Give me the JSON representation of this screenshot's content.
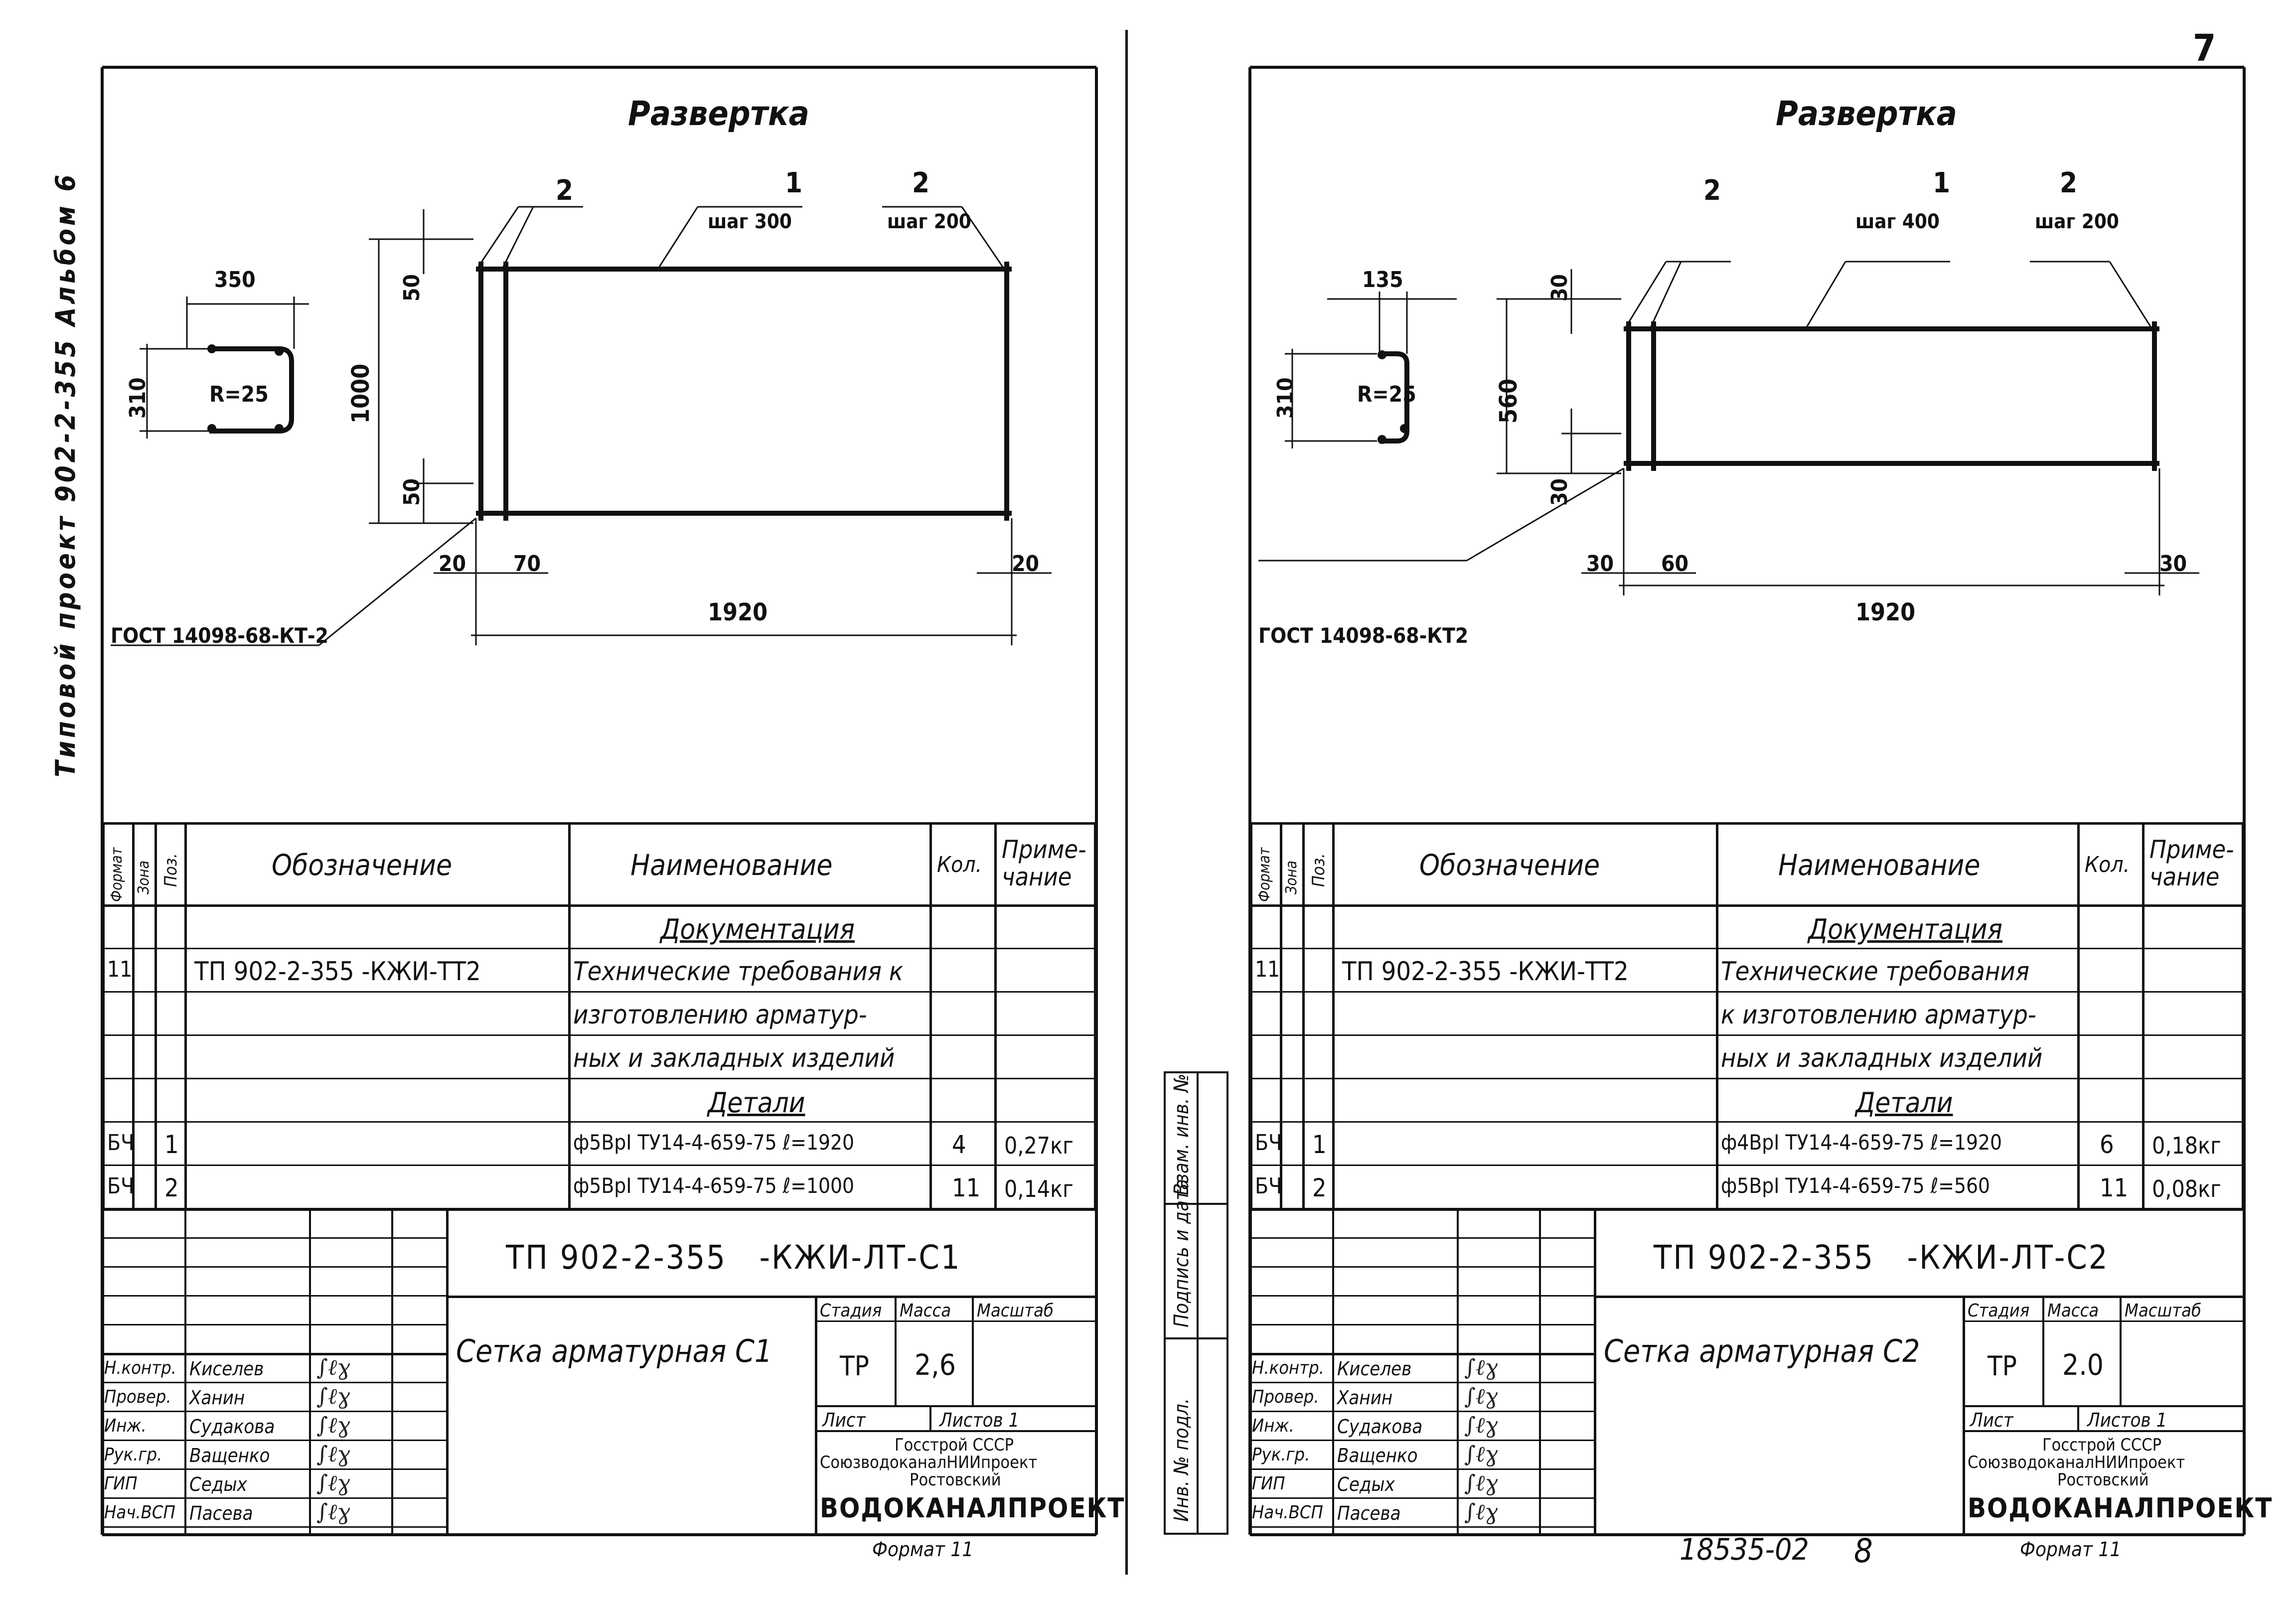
{
  "page_number": "7",
  "archive_number": "18535-02",
  "archive_page": "8",
  "left_margin_vertical": "Типовой проект 902-2-355 Альбом 6",
  "right_side_stamp_labels": [
    "Инв. № подл.",
    "Подпись и дата",
    "Взам. инв. №"
  ],
  "sheets": [
    {
      "drawing_title": "Развертка",
      "profile": {
        "width": "350",
        "height": "310",
        "radius": "R=25"
      },
      "dims": {
        "height_total": "1000",
        "top_offset": "50",
        "bottom_offset": "50",
        "length_total": "1920",
        "left_a": "20",
        "left_b": "70",
        "right_a": "20"
      },
      "callouts": {
        "pos1": "1",
        "pos1_step": "шаг 300",
        "pos2a": "2",
        "pos2b": "2",
        "pos2_step": "шаг 200",
        "gost": "ГОСТ 14098-68-КТ-2"
      },
      "spec_headers": {
        "format": "Формат",
        "zone": "Зона",
        "pos": "Поз.",
        "designation": "Обозначение",
        "name": "Наименование",
        "qty": "Кол.",
        "note": "Приме-\nчание"
      },
      "spec_rows": [
        {
          "format": "",
          "pos": "",
          "designation": "",
          "name": "Документация",
          "qty": "",
          "note": "",
          "kind": "section"
        },
        {
          "format": "11",
          "pos": "",
          "designation": "ТП 902-2-355 -КЖИ-ТТ2",
          "name": "Технические требования к",
          "qty": "",
          "note": "",
          "kind": "item"
        },
        {
          "format": "",
          "pos": "",
          "designation": "",
          "name": "изготовлению арматур-",
          "qty": "",
          "note": "",
          "kind": "item"
        },
        {
          "format": "",
          "pos": "",
          "designation": "",
          "name": "ных и закладных изделий",
          "qty": "",
          "note": "",
          "kind": "item"
        },
        {
          "format": "",
          "pos": "",
          "designation": "",
          "name": "Детали",
          "qty": "",
          "note": "",
          "kind": "section"
        },
        {
          "format": "БЧ",
          "pos": "1",
          "designation": "",
          "name": "ф5ВрI ТУ14-4-659-75 ℓ=1920",
          "qty": "4",
          "note": "0,27кг",
          "kind": "item"
        },
        {
          "format": "БЧ",
          "pos": "2",
          "designation": "",
          "name": "ф5ВрI ТУ14-4-659-75 ℓ=1000",
          "qty": "11",
          "note": "0,14кг",
          "kind": "item"
        }
      ],
      "stamp": {
        "code": "ТП 902-2-355   -КЖИ-ЛТ-С1",
        "name": "Сетка арматурная С1",
        "stage_label": "Стадия",
        "mass_label": "Масса",
        "scale_label": "Масштаб",
        "stage": "ТР",
        "mass": "2,6",
        "scale": "",
        "sheet_label": "Лист",
        "sheets_label": "Листов 1",
        "org_line1": "Госстрой СССР",
        "org_line2": "СоюзводоканалНИИпроект",
        "org_line3": "Ростовский",
        "org_line4": "ВОДОКАНАЛПРОЕКТ",
        "people": [
          {
            "role": "Н.контр.",
            "name": "Киселев"
          },
          {
            "role": "Провер.",
            "name": "Ханин"
          },
          {
            "role": "Инж.",
            "name": "Судакова"
          },
          {
            "role": "Рук.гр.",
            "name": "Ващенко"
          },
          {
            "role": "ГИП",
            "name": "Седых"
          },
          {
            "role": "Нач.ВСП",
            "name": "Пасева"
          }
        ]
      },
      "format_label": "Формат 11"
    },
    {
      "drawing_title": "Развертка",
      "profile": {
        "width": "135",
        "height": "310",
        "radius": "R=25"
      },
      "dims": {
        "height_total": "560",
        "top_offset": "30",
        "bottom_offset": "30",
        "length_total": "1920",
        "left_a": "30",
        "left_b": "60",
        "right_a": "30"
      },
      "callouts": {
        "pos1": "1",
        "pos1_step": "шаг 400",
        "pos2a": "2",
        "pos2b": "2",
        "pos2_step": "шаг 200",
        "gost": "ГОСТ 14098-68-КТ2"
      },
      "spec_headers": {
        "format": "Формат",
        "zone": "Зона",
        "pos": "Поз.",
        "designation": "Обозначение",
        "name": "Наименование",
        "qty": "Кол.",
        "note": "Приме-\nчание"
      },
      "spec_rows": [
        {
          "format": "",
          "pos": "",
          "designation": "",
          "name": "Документация",
          "qty": "",
          "note": "",
          "kind": "section"
        },
        {
          "format": "11",
          "pos": "",
          "designation": "ТП 902-2-355 -КЖИ-ТТ2",
          "name": "Технические требования",
          "qty": "",
          "note": "",
          "kind": "item"
        },
        {
          "format": "",
          "pos": "",
          "designation": "",
          "name": "к изготовлению арматур-",
          "qty": "",
          "note": "",
          "kind": "item"
        },
        {
          "format": "",
          "pos": "",
          "designation": "",
          "name": "ных и закладных изделий",
          "qty": "",
          "note": "",
          "kind": "item"
        },
        {
          "format": "",
          "pos": "",
          "designation": "",
          "name": "Детали",
          "qty": "",
          "note": "",
          "kind": "section"
        },
        {
          "format": "БЧ",
          "pos": "1",
          "designation": "",
          "name": "ф4ВрI ТУ14-4-659-75 ℓ=1920",
          "qty": "6",
          "note": "0,18кг",
          "kind": "item"
        },
        {
          "format": "БЧ",
          "pos": "2",
          "designation": "",
          "name": "ф5ВрI ТУ14-4-659-75 ℓ=560",
          "qty": "11",
          "note": "0,08кг",
          "kind": "item"
        }
      ],
      "stamp": {
        "code": "ТП 902-2-355   -КЖИ-ЛТ-С2",
        "name": "Сетка арматурная С2",
        "stage_label": "Стадия",
        "mass_label": "Масса",
        "scale_label": "Масштаб",
        "stage": "ТР",
        "mass": "2.0",
        "scale": "",
        "sheet_label": "Лист",
        "sheets_label": "Листов 1",
        "org_line1": "Госстрой СССР",
        "org_line2": "СоюзводоканалНИИпроект",
        "org_line3": "Ростовский",
        "org_line4": "ВОДОКАНАЛПРОЕКТ",
        "people": [
          {
            "role": "Н.контр.",
            "name": "Киселев"
          },
          {
            "role": "Провер.",
            "name": "Ханин"
          },
          {
            "role": "Инж.",
            "name": "Судакова"
          },
          {
            "role": "Рук.гр.",
            "name": "Ващенко"
          },
          {
            "role": "ГИП",
            "name": "Седых"
          },
          {
            "role": "Нач.ВСП",
            "name": "Пасева"
          }
        ]
      },
      "format_label": "Формат 11"
    }
  ]
}
